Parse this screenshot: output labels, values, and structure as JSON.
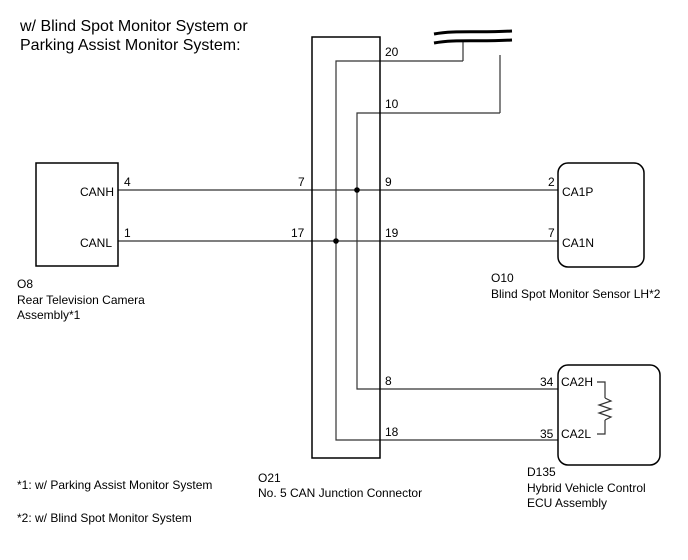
{
  "title": {
    "line1": "w/ Blind Spot Monitor System or",
    "line2": "Parking Assist Monitor System:"
  },
  "components": {
    "o8": {
      "code": "O8",
      "name_line1": "Rear Television Camera",
      "name_line2": "Assembly*1",
      "pins": [
        {
          "label": "CANH",
          "number": "4"
        },
        {
          "label": "CANL",
          "number": "1"
        }
      ]
    },
    "o21": {
      "code": "O21",
      "name": "No. 5 CAN Junction Connector",
      "pins_left": [
        "7",
        "17"
      ],
      "pins_right": [
        "20",
        "10",
        "9",
        "19",
        "8",
        "18"
      ]
    },
    "o10": {
      "code": "O10",
      "name": "Blind Spot Monitor Sensor LH*2",
      "pins": [
        {
          "label": "CA1P",
          "number": "2"
        },
        {
          "label": "CA1N",
          "number": "7"
        }
      ]
    },
    "d135": {
      "code": "D135",
      "name_line1": "Hybrid Vehicle Control",
      "name_line2": "ECU Assembly",
      "pins": [
        {
          "label": "CA2H",
          "number": "34"
        },
        {
          "label": "CA2L",
          "number": "35"
        }
      ]
    }
  },
  "notes": [
    "*1: w/ Parking Assist Monitor System",
    "*2: w/ Blind Spot Monitor System"
  ]
}
